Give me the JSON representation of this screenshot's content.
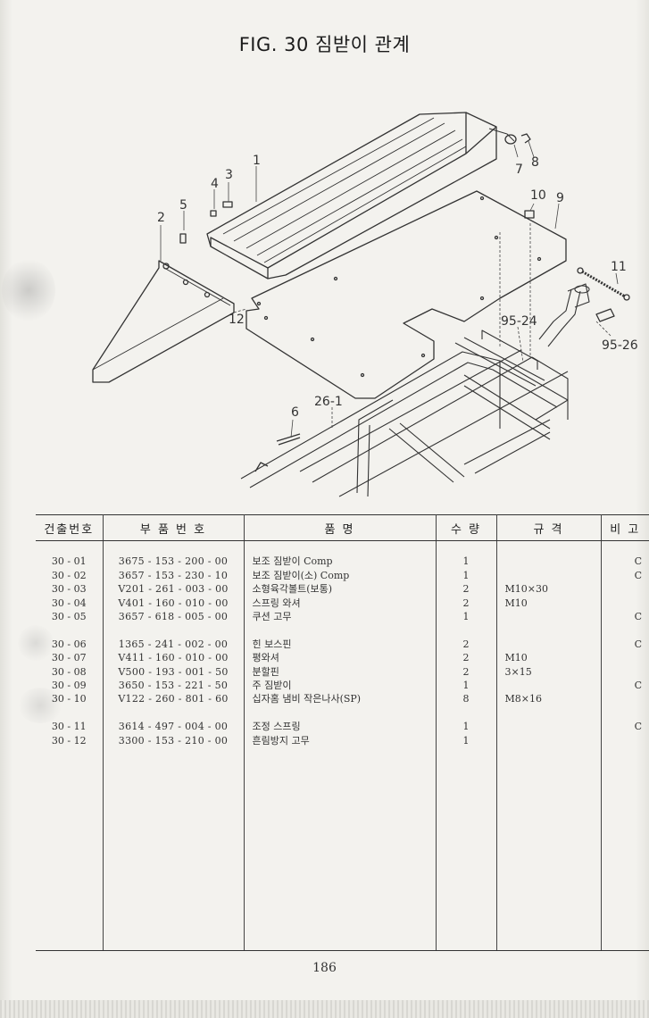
{
  "title": "FIG. 30 짐받이 관계",
  "page_number": "186",
  "callouts": [
    "1",
    "2",
    "3",
    "4",
    "5",
    "6",
    "7",
    "8",
    "9",
    "10",
    "11",
    "12",
    "95-24",
    "95-26",
    "26-1"
  ],
  "table": {
    "headers": [
      "건출번호",
      "부 품 번 호",
      "품 명",
      "수 량",
      "규 격",
      "비 고"
    ],
    "rows": [
      {
        "no": "30 - 01",
        "part": "3675 - 153 - 200 - 00",
        "name": "보조 짐받이 Comp",
        "qty": "1",
        "spec": "",
        "note": "C"
      },
      {
        "no": "30 - 02",
        "part": "3657 - 153 - 230 - 10",
        "name": "보조 짐받이(소) Comp",
        "qty": "1",
        "spec": "",
        "note": "C"
      },
      {
        "no": "30 - 03",
        "part": "V201 - 261 - 003 - 00",
        "name": "소형육각볼트(보통)",
        "qty": "2",
        "spec": "M10×30",
        "note": ""
      },
      {
        "no": "30 - 04",
        "part": "V401 - 160 - 010 - 00",
        "name": "스프링 와셔",
        "qty": "2",
        "spec": "M10",
        "note": ""
      },
      {
        "no": "30 - 05",
        "part": "3657 - 618 - 005 - 00",
        "name": "쿠션 고무",
        "qty": "1",
        "spec": "",
        "note": "C"
      },
      {
        "no": "30 - 06",
        "part": "1365 - 241 - 002 - 00",
        "name": "힌 보스핀",
        "qty": "2",
        "spec": "",
        "note": "C"
      },
      {
        "no": "30 - 07",
        "part": "V411 - 160 - 010 - 00",
        "name": "평와셔",
        "qty": "2",
        "spec": "M10",
        "note": ""
      },
      {
        "no": "30 - 08",
        "part": "V500 - 193 - 001 - 50",
        "name": "분할핀",
        "qty": "2",
        "spec": "3×15",
        "note": ""
      },
      {
        "no": "30 - 09",
        "part": "3650 - 153 - 221 - 50",
        "name": "주 짐받이",
        "qty": "1",
        "spec": "",
        "note": "C"
      },
      {
        "no": "30 - 10",
        "part": "V122 - 260 - 801 - 60",
        "name": "십자홈 냄비 작은나사(SP)",
        "qty": "8",
        "spec": "M8×16",
        "note": ""
      },
      {
        "no": "30 - 11",
        "part": "3614 - 497 - 004 - 00",
        "name": "조정 스프링",
        "qty": "1",
        "spec": "",
        "note": "C"
      },
      {
        "no": "30 - 12",
        "part": "3300 - 153 - 210 - 00",
        "name": "흔림방지 고무",
        "qty": "1",
        "spec": "",
        "note": ""
      }
    ]
  }
}
